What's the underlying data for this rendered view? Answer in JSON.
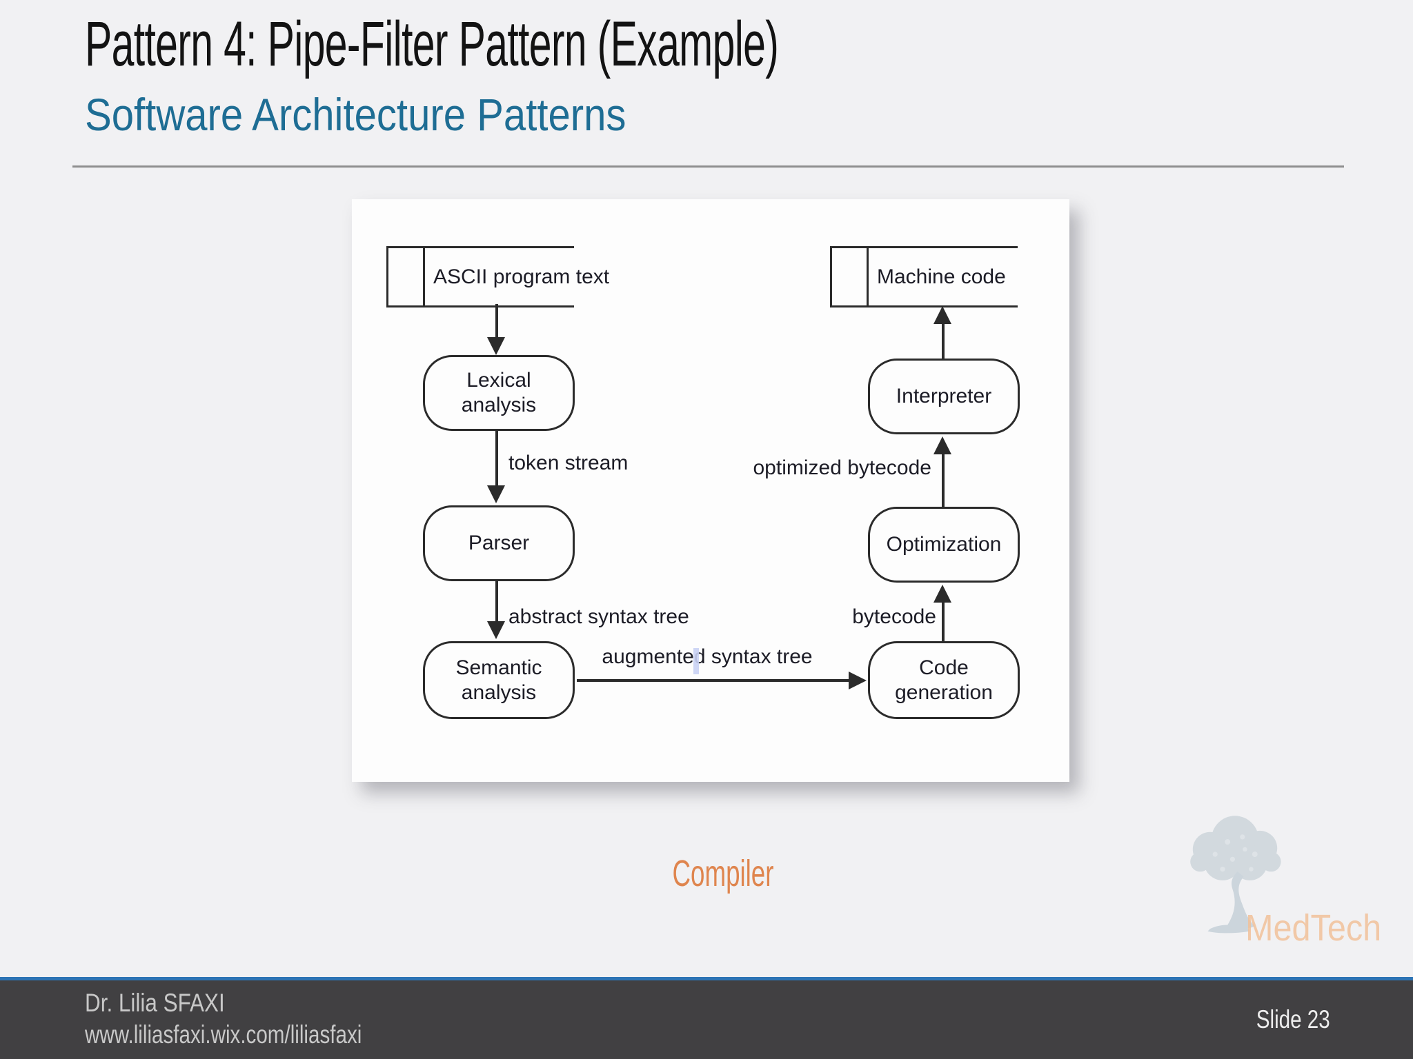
{
  "slide": {
    "title": "Pattern 4: Pipe-Filter Pattern (Example)",
    "subtitle": "Software Architecture Patterns",
    "caption": "Compiler"
  },
  "diagram": {
    "type": "flowchart",
    "description": "Pipe-Filter compiler pipeline",
    "nodes": {
      "ascii": {
        "label": "ASCII program text",
        "shape": "source-file"
      },
      "lexical": {
        "label": "Lexical analysis",
        "shape": "filter"
      },
      "parser": {
        "label": "Parser",
        "shape": "filter"
      },
      "semantic": {
        "label": "Semantic analysis",
        "shape": "filter"
      },
      "codegen": {
        "label": "Code generation",
        "shape": "filter"
      },
      "optimization": {
        "label": "Optimization",
        "shape": "filter"
      },
      "interpreter": {
        "label": "Interpreter",
        "shape": "filter"
      },
      "machine": {
        "label": "Machine code",
        "shape": "sink-file"
      }
    },
    "edges": [
      {
        "from": "ascii",
        "to": "lexical",
        "label": ""
      },
      {
        "from": "lexical",
        "to": "parser",
        "label": "token stream"
      },
      {
        "from": "parser",
        "to": "semantic",
        "label": "abstract syntax tree"
      },
      {
        "from": "semantic",
        "to": "codegen",
        "label": "augmented syntax tree"
      },
      {
        "from": "codegen",
        "to": "optimization",
        "label": "bytecode"
      },
      {
        "from": "optimization",
        "to": "interpreter",
        "label": "optimized bytecode"
      },
      {
        "from": "interpreter",
        "to": "machine",
        "label": ""
      }
    ]
  },
  "logo": {
    "text": "MedTech"
  },
  "footer": {
    "author": "Dr. Lilia SFAXI",
    "website": "www.liliasfaxi.wix.com/liliasfaxi",
    "slide_number": "Slide 23"
  },
  "colors": {
    "background": "#f1f1f3",
    "title": "#131313",
    "subtitle": "#1e6d94",
    "caption": "#df854e",
    "diagram_stroke": "#2b2b2b",
    "footer_bar": "#414042",
    "footer_accent": "#2d74b5",
    "logo_text": "#f2c29a",
    "logo_tree": "#b9c6ce"
  }
}
